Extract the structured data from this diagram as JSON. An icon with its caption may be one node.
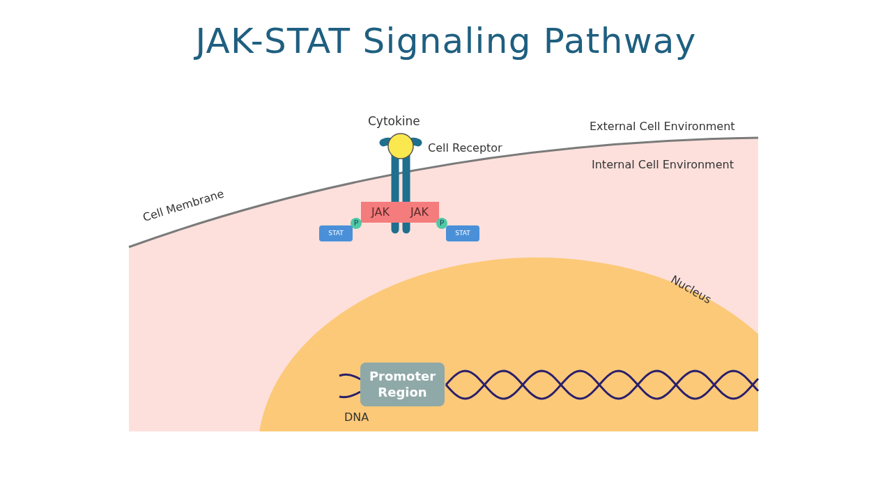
{
  "diagram": {
    "title": "JAK-STAT Signaling Pathway",
    "nodes": [
      {
        "text": [
          "JAK"
        ]
      },
      {
        "text": [
          "JAK"
        ]
      },
      {
        "text": [
          "P"
        ]
      },
      {
        "text": [
          "P"
        ]
      },
      {
        "text": [
          "STAT"
        ]
      },
      {
        "text": [
          "STAT"
        ]
      },
      {
        "text": [
          "Promoter Region"
        ]
      }
    ],
    "labels": [
      "Cytokine",
      "External Cell Environment",
      "Cell Receptor",
      "Internal Cell Environment",
      "Cell Membrane",
      "Nucleus",
      "DNA"
    ]
  }
}
